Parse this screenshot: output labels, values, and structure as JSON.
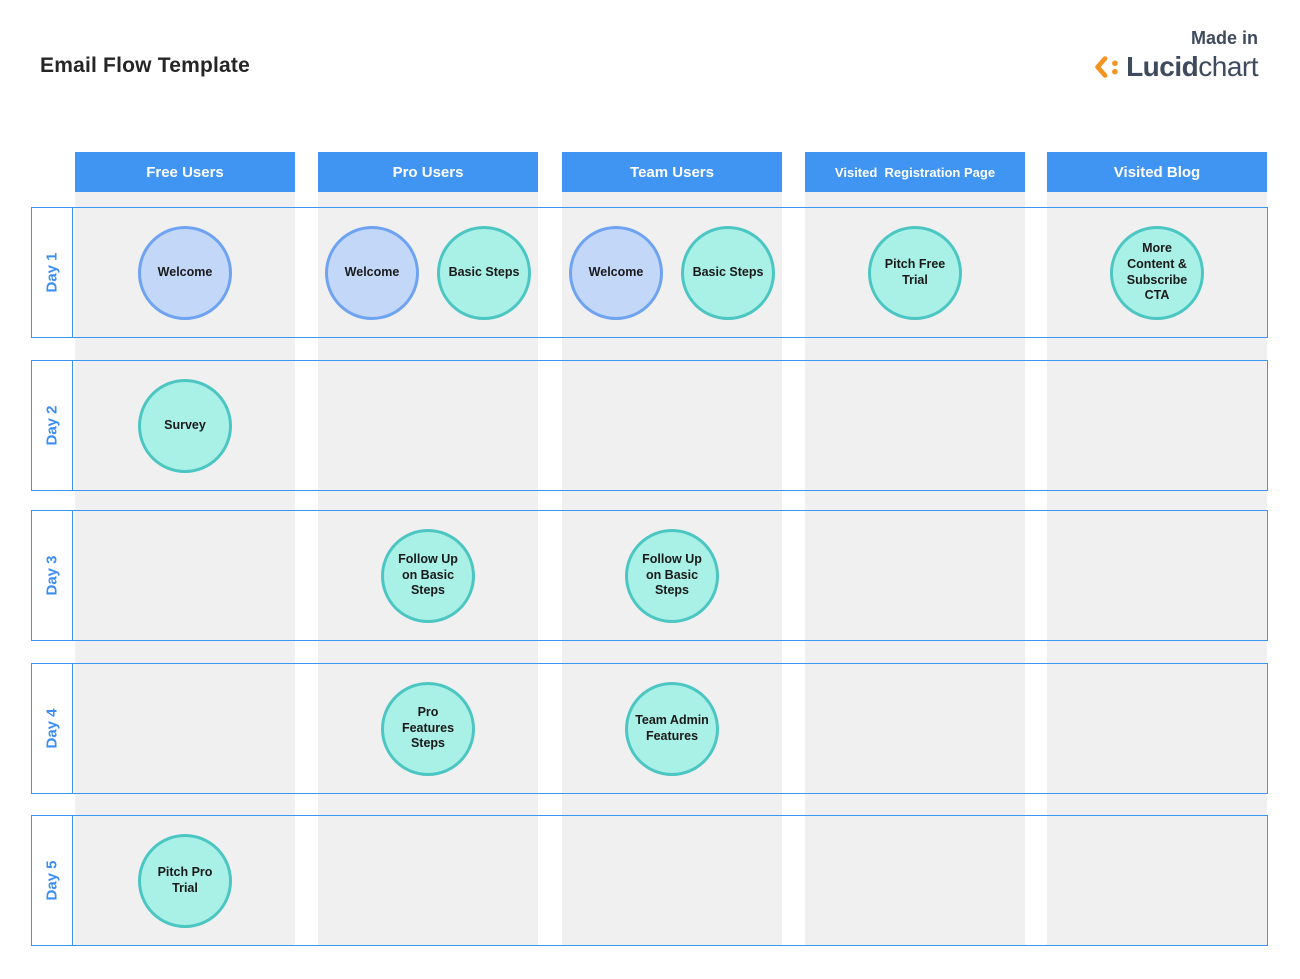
{
  "page": {
    "title": "Email Flow Template"
  },
  "branding": {
    "made_in": "Made in",
    "brand_name_bold": "Lucid",
    "brand_name_light": "chart",
    "icon": "lucid-logo-icon",
    "text_color": "#3e4a5e",
    "icon_color": "#f29322"
  },
  "colors": {
    "header_bg": "#4195f2",
    "header_text": "#ffffff",
    "row_border": "#3d95f3",
    "day_label_text": "#3b8df1",
    "column_strip": "#f0f0f1",
    "node_blue_fill": "#c3d7f8",
    "node_blue_border": "#6ea3f2",
    "node_teal_fill": "#a9f0e6",
    "node_teal_border": "#4cc6c2"
  },
  "columns": [
    {
      "label": "Free Users"
    },
    {
      "label": "Pro Users"
    },
    {
      "label": "Team Users"
    },
    {
      "label": "Visited  Registration Page"
    },
    {
      "label": "Visited Blog"
    }
  ],
  "rows": [
    {
      "label": "Day 1"
    },
    {
      "label": "Day 2"
    },
    {
      "label": "Day 3"
    },
    {
      "label": "Day 4"
    },
    {
      "label": "Day 5"
    }
  ],
  "nodes": [
    {
      "row": 0,
      "col": 0,
      "slot": "center",
      "variant": "blue",
      "label": "Welcome"
    },
    {
      "row": 0,
      "col": 1,
      "slot": "left",
      "variant": "blue",
      "label": "Welcome"
    },
    {
      "row": 0,
      "col": 1,
      "slot": "right",
      "variant": "teal",
      "label": "Basic Steps"
    },
    {
      "row": 0,
      "col": 2,
      "slot": "left",
      "variant": "blue",
      "label": "Welcome"
    },
    {
      "row": 0,
      "col": 2,
      "slot": "right",
      "variant": "teal",
      "label": "Basic Steps"
    },
    {
      "row": 0,
      "col": 3,
      "slot": "center",
      "variant": "teal",
      "label": "Pitch Free Trial"
    },
    {
      "row": 0,
      "col": 4,
      "slot": "center",
      "variant": "teal",
      "label": "More Content & Subscribe CTA"
    },
    {
      "row": 1,
      "col": 0,
      "slot": "center",
      "variant": "teal",
      "label": "Survey"
    },
    {
      "row": 2,
      "col": 1,
      "slot": "center",
      "variant": "teal",
      "label": "Follow Up on Basic Steps"
    },
    {
      "row": 2,
      "col": 2,
      "slot": "center",
      "variant": "teal",
      "label": "Follow Up on Basic Steps"
    },
    {
      "row": 3,
      "col": 1,
      "slot": "center",
      "variant": "teal",
      "label": "Pro Features Steps"
    },
    {
      "row": 3,
      "col": 2,
      "slot": "center",
      "variant": "teal",
      "label": "Team Admin Features"
    },
    {
      "row": 4,
      "col": 0,
      "slot": "center",
      "variant": "teal",
      "label": "Pitch Pro Trial"
    }
  ]
}
